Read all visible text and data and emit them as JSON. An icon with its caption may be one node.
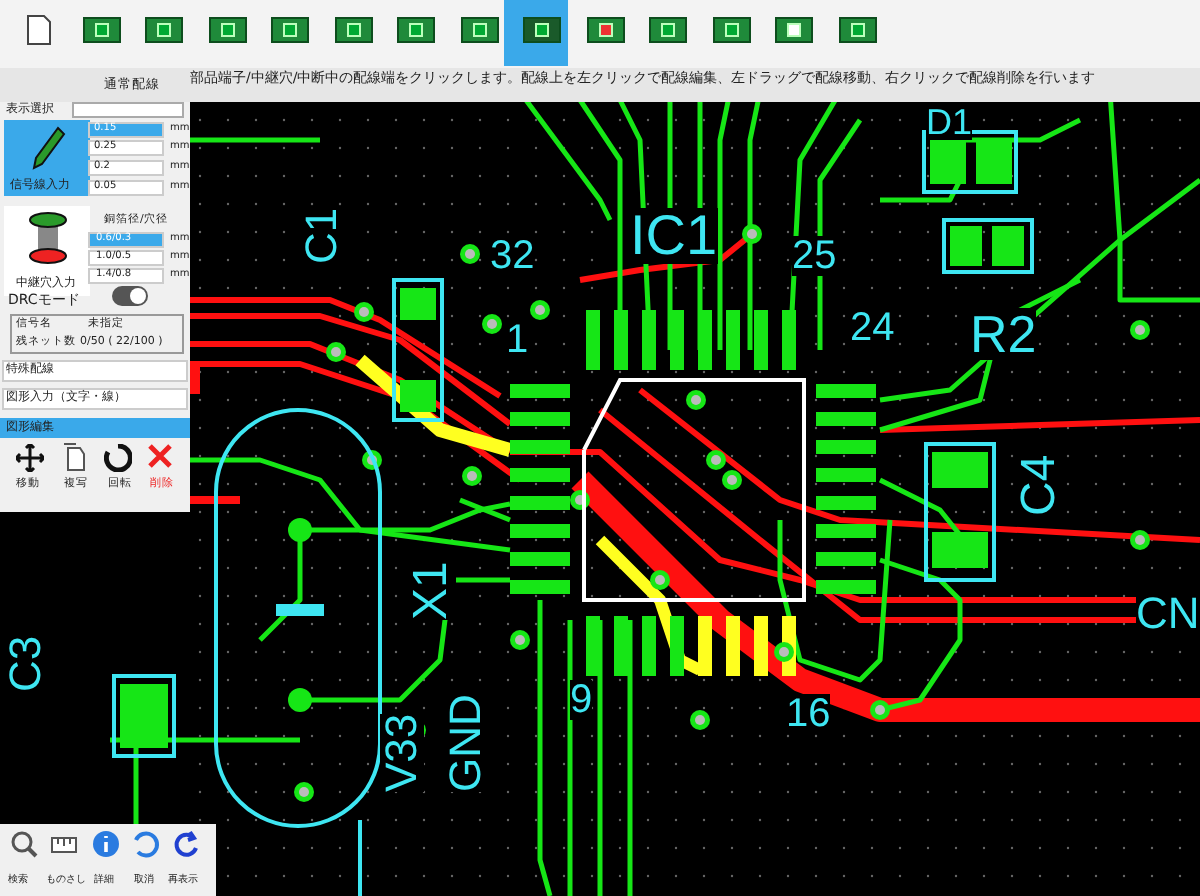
{
  "diagram": {
    "labels": [
      "通常配線",
      "部品端子/中継穴/中断中の配線端をクリックします。配線上を左クリックで配線編集、左ドラッグで配線移動、右クリックで配線削除を行います",
      "表示選択",
      "0.15",
      "mm",
      "0.25",
      "mm",
      "0.2",
      "mm",
      "0.05",
      "mm",
      "信号線入力",
      "銅箔径/穴径",
      "0.6/0.3",
      "mm",
      "1.0/0.5",
      "mm",
      "1.4/0.8",
      "mm",
      "中継穴入力",
      "DRCモード",
      "信号名",
      "未指定",
      "残ネット数",
      "0/50 ( 22/100 )",
      "特殊配線",
      "図形入力（文字・線）",
      "図形編集",
      "移動",
      "複写",
      "回転",
      "削除",
      "D1",
      "32",
      "IC1",
      "25",
      "C1",
      "1",
      "24",
      "R2",
      "C4",
      "CN",
      "X1",
      "C3",
      "9",
      "16",
      "V33",
      "GND",
      "検索",
      "ものさし",
      "詳細",
      "取消",
      "再表示"
    ]
  }
}
